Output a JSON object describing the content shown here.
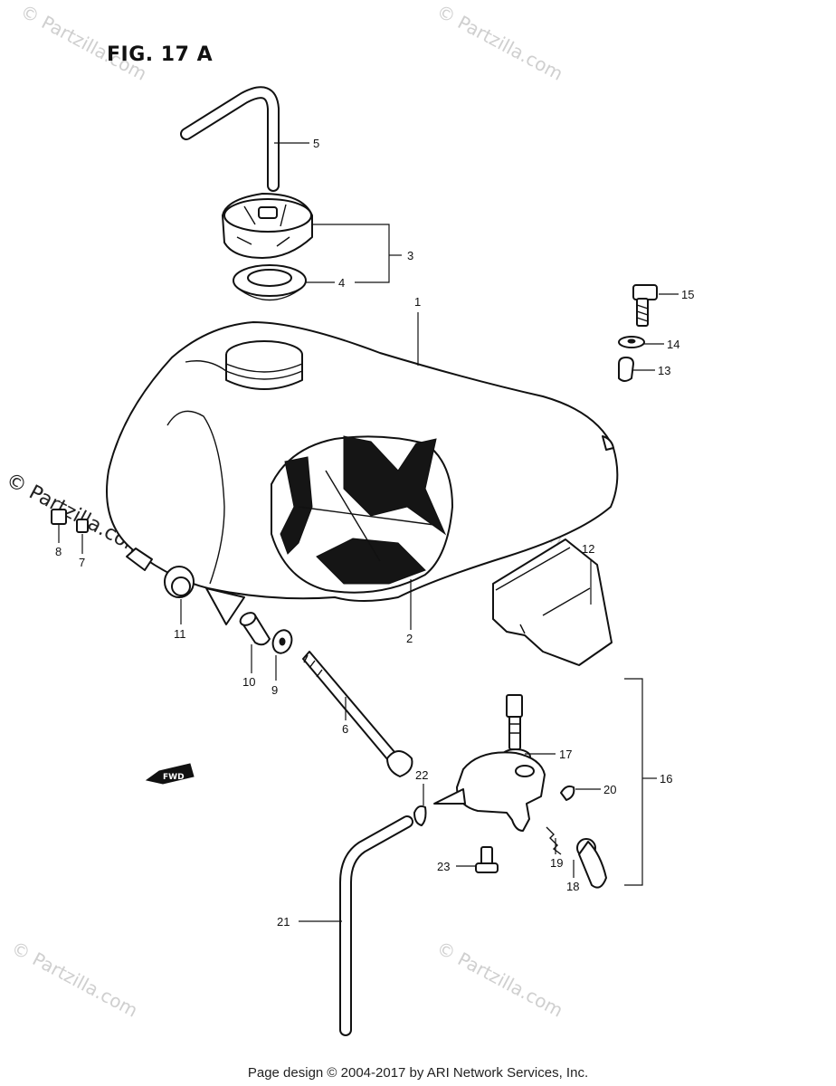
{
  "figure": {
    "title": "FIG. 17 A"
  },
  "footer": {
    "text": "Page design © 2004-2017 by ARI Network Services, Inc."
  },
  "watermark": {
    "text": "© Partzilla.com"
  },
  "direction_badge": "FWD",
  "callouts": [
    {
      "id": "c1",
      "label": "1"
    },
    {
      "id": "c2",
      "label": "2"
    },
    {
      "id": "c3",
      "label": "3"
    },
    {
      "id": "c4",
      "label": "4"
    },
    {
      "id": "c5",
      "label": "5"
    },
    {
      "id": "c6",
      "label": "6"
    },
    {
      "id": "c7",
      "label": "7"
    },
    {
      "id": "c8",
      "label": "8"
    },
    {
      "id": "c9",
      "label": "9"
    },
    {
      "id": "c10",
      "label": "10"
    },
    {
      "id": "c11",
      "label": "11"
    },
    {
      "id": "c12",
      "label": "12"
    },
    {
      "id": "c13",
      "label": "13"
    },
    {
      "id": "c14",
      "label": "14"
    },
    {
      "id": "c15",
      "label": "15"
    },
    {
      "id": "c16",
      "label": "16"
    },
    {
      "id": "c17",
      "label": "17"
    },
    {
      "id": "c18",
      "label": "18"
    },
    {
      "id": "c19",
      "label": "19"
    },
    {
      "id": "c20",
      "label": "20"
    },
    {
      "id": "c21",
      "label": "21"
    },
    {
      "id": "c22",
      "label": "22"
    },
    {
      "id": "c23",
      "label": "23"
    }
  ]
}
